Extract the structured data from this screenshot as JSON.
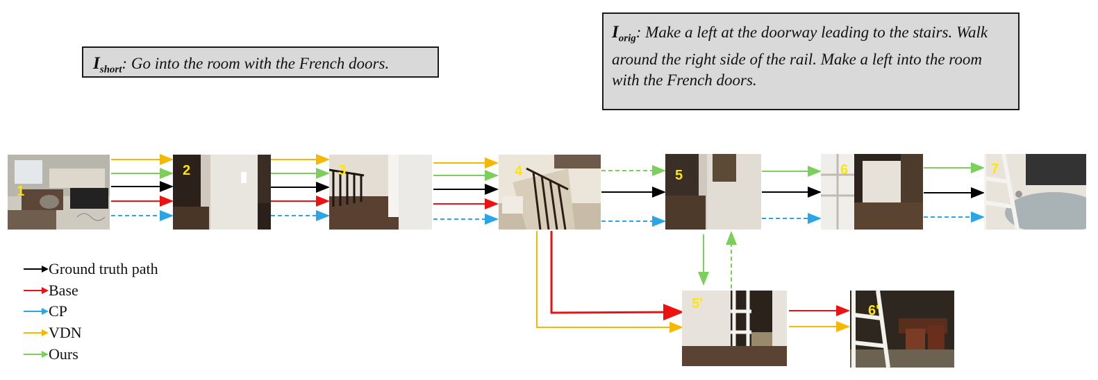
{
  "instructions": {
    "short": {
      "label_main": "I",
      "label_sub": "short",
      "text": ": Go into the room with the French doors."
    },
    "orig": {
      "label_main": "I",
      "label_sub": "orig",
      "text": ": Make a left at the doorway leading to the stairs. Walk around the right side of the rail. Make a left into the room with the French doors."
    }
  },
  "nodes": [
    {
      "label": "1",
      "scene": "living-room"
    },
    {
      "label": "2",
      "scene": "hallway-wall"
    },
    {
      "label": "3",
      "scene": "stair-rail"
    },
    {
      "label": "4",
      "scene": "stairs"
    },
    {
      "label": "5",
      "scene": "hallway-corner"
    },
    {
      "label": "6",
      "scene": "french-door"
    },
    {
      "label": "7",
      "scene": "room-rug"
    },
    {
      "label": "5'",
      "scene": "doorway"
    },
    {
      "label": "6'",
      "scene": "dining-room"
    }
  ],
  "legend": [
    {
      "label": "Ground truth path",
      "color": "#000000"
    },
    {
      "label": "Base",
      "color": "#ee1111"
    },
    {
      "label": "CP",
      "color": "#2aa6e6"
    },
    {
      "label": "VDN",
      "color": "#f5b800"
    },
    {
      "label": "Ours",
      "color": "#7ccf5a"
    }
  ]
}
